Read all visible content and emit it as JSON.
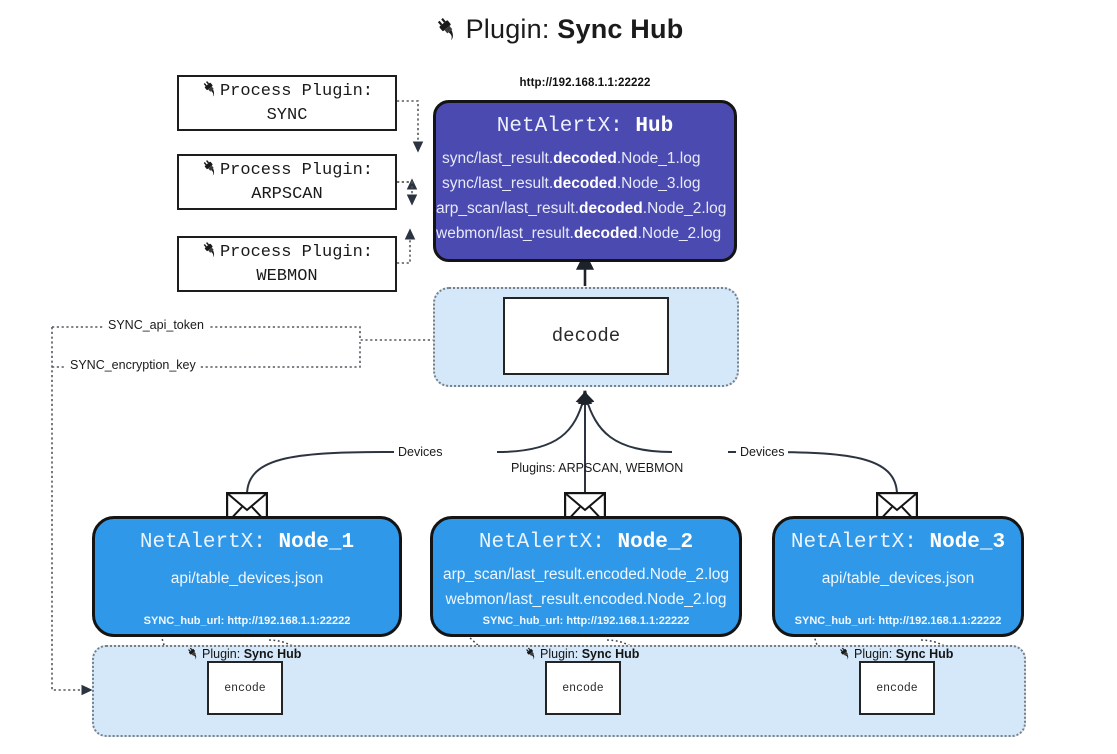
{
  "header": {
    "icon": "plug-icon",
    "prefix": "Plugin:",
    "title": "Sync Hub"
  },
  "process_plugins": [
    {
      "line1": "Process Plugin:",
      "line2": "SYNC",
      "icon": "plug-icon"
    },
    {
      "line1": "Process Plugin:",
      "line2": "ARPSCAN",
      "icon": "plug-icon"
    },
    {
      "line1": "Process Plugin:",
      "line2": "WEBMON",
      "icon": "plug-icon"
    }
  ],
  "hub": {
    "url": "http://192.168.1.1:22222",
    "app": "NetAlertX:",
    "name": "Hub",
    "logs": [
      {
        "pre": "sync/last_result.",
        "mid": "decoded",
        "post": ".Node_1.log",
        "wide": false
      },
      {
        "pre": "sync/last_result.",
        "mid": "decoded",
        "post": ".Node_3.log",
        "wide": false
      },
      {
        "pre": "arp_scan/last_result.",
        "mid": "decoded",
        "post": ".Node_2.log",
        "wide": true
      },
      {
        "pre": "webmon/last_result.",
        "mid": "decoded",
        "post": ".Node_2.log",
        "wide": true
      }
    ]
  },
  "decode": {
    "label": "decode"
  },
  "settings": [
    {
      "label": "SYNC_api_token"
    },
    {
      "label": "SYNC_encryption_key"
    }
  ],
  "edge_labels": {
    "devices_left": "Devices",
    "devices_right": "Devices",
    "plugins_center": "Plugins: ARPSCAN, WEBMON"
  },
  "nodes": [
    {
      "app": "NetAlertX:",
      "name": "Node_1",
      "lines": [
        {
          "pre": "api/table_devices.json",
          "mid": "",
          "post": ""
        }
      ],
      "footer_key": "SYNC_hub_url:",
      "footer_val": "http://192.168.1.1:22222",
      "icon": "envelope-icon"
    },
    {
      "app": "NetAlertX:",
      "name": "Node_2",
      "lines": [
        {
          "pre": "arp_scan/last_result.encoded.Node_2.log",
          "mid": "",
          "post": ""
        },
        {
          "pre": "webmon/last_result.encoded.Node_2.log",
          "mid": "",
          "post": ""
        }
      ],
      "footer_key": "SYNC_hub_url:",
      "footer_val": "http://192.168.1.1:22222",
      "icon": "envelope-icon"
    },
    {
      "app": "NetAlertX:",
      "name": "Node_3",
      "lines": [
        {
          "pre": "api/table_devices.json",
          "mid": "",
          "post": ""
        }
      ],
      "footer_key": "SYNC_hub_url:",
      "footer_val": "http://192.168.1.1:22222",
      "icon": "envelope-icon"
    }
  ],
  "encoders": [
    {
      "plugin_prefix": "Plugin:",
      "plugin_name": "Sync Hub",
      "label": "encode",
      "icon": "plug-icon"
    },
    {
      "plugin_prefix": "Plugin:",
      "plugin_name": "Sync Hub",
      "label": "encode",
      "icon": "plug-icon"
    },
    {
      "plugin_prefix": "Plugin:",
      "plugin_name": "Sync Hub",
      "label": "encode",
      "icon": "plug-icon"
    }
  ],
  "colors": {
    "hub": "#4a4ab0",
    "node": "#2f98e8",
    "container": "#d4e8fa",
    "stroke": "#141414",
    "dotted": "#7a7f86"
  }
}
